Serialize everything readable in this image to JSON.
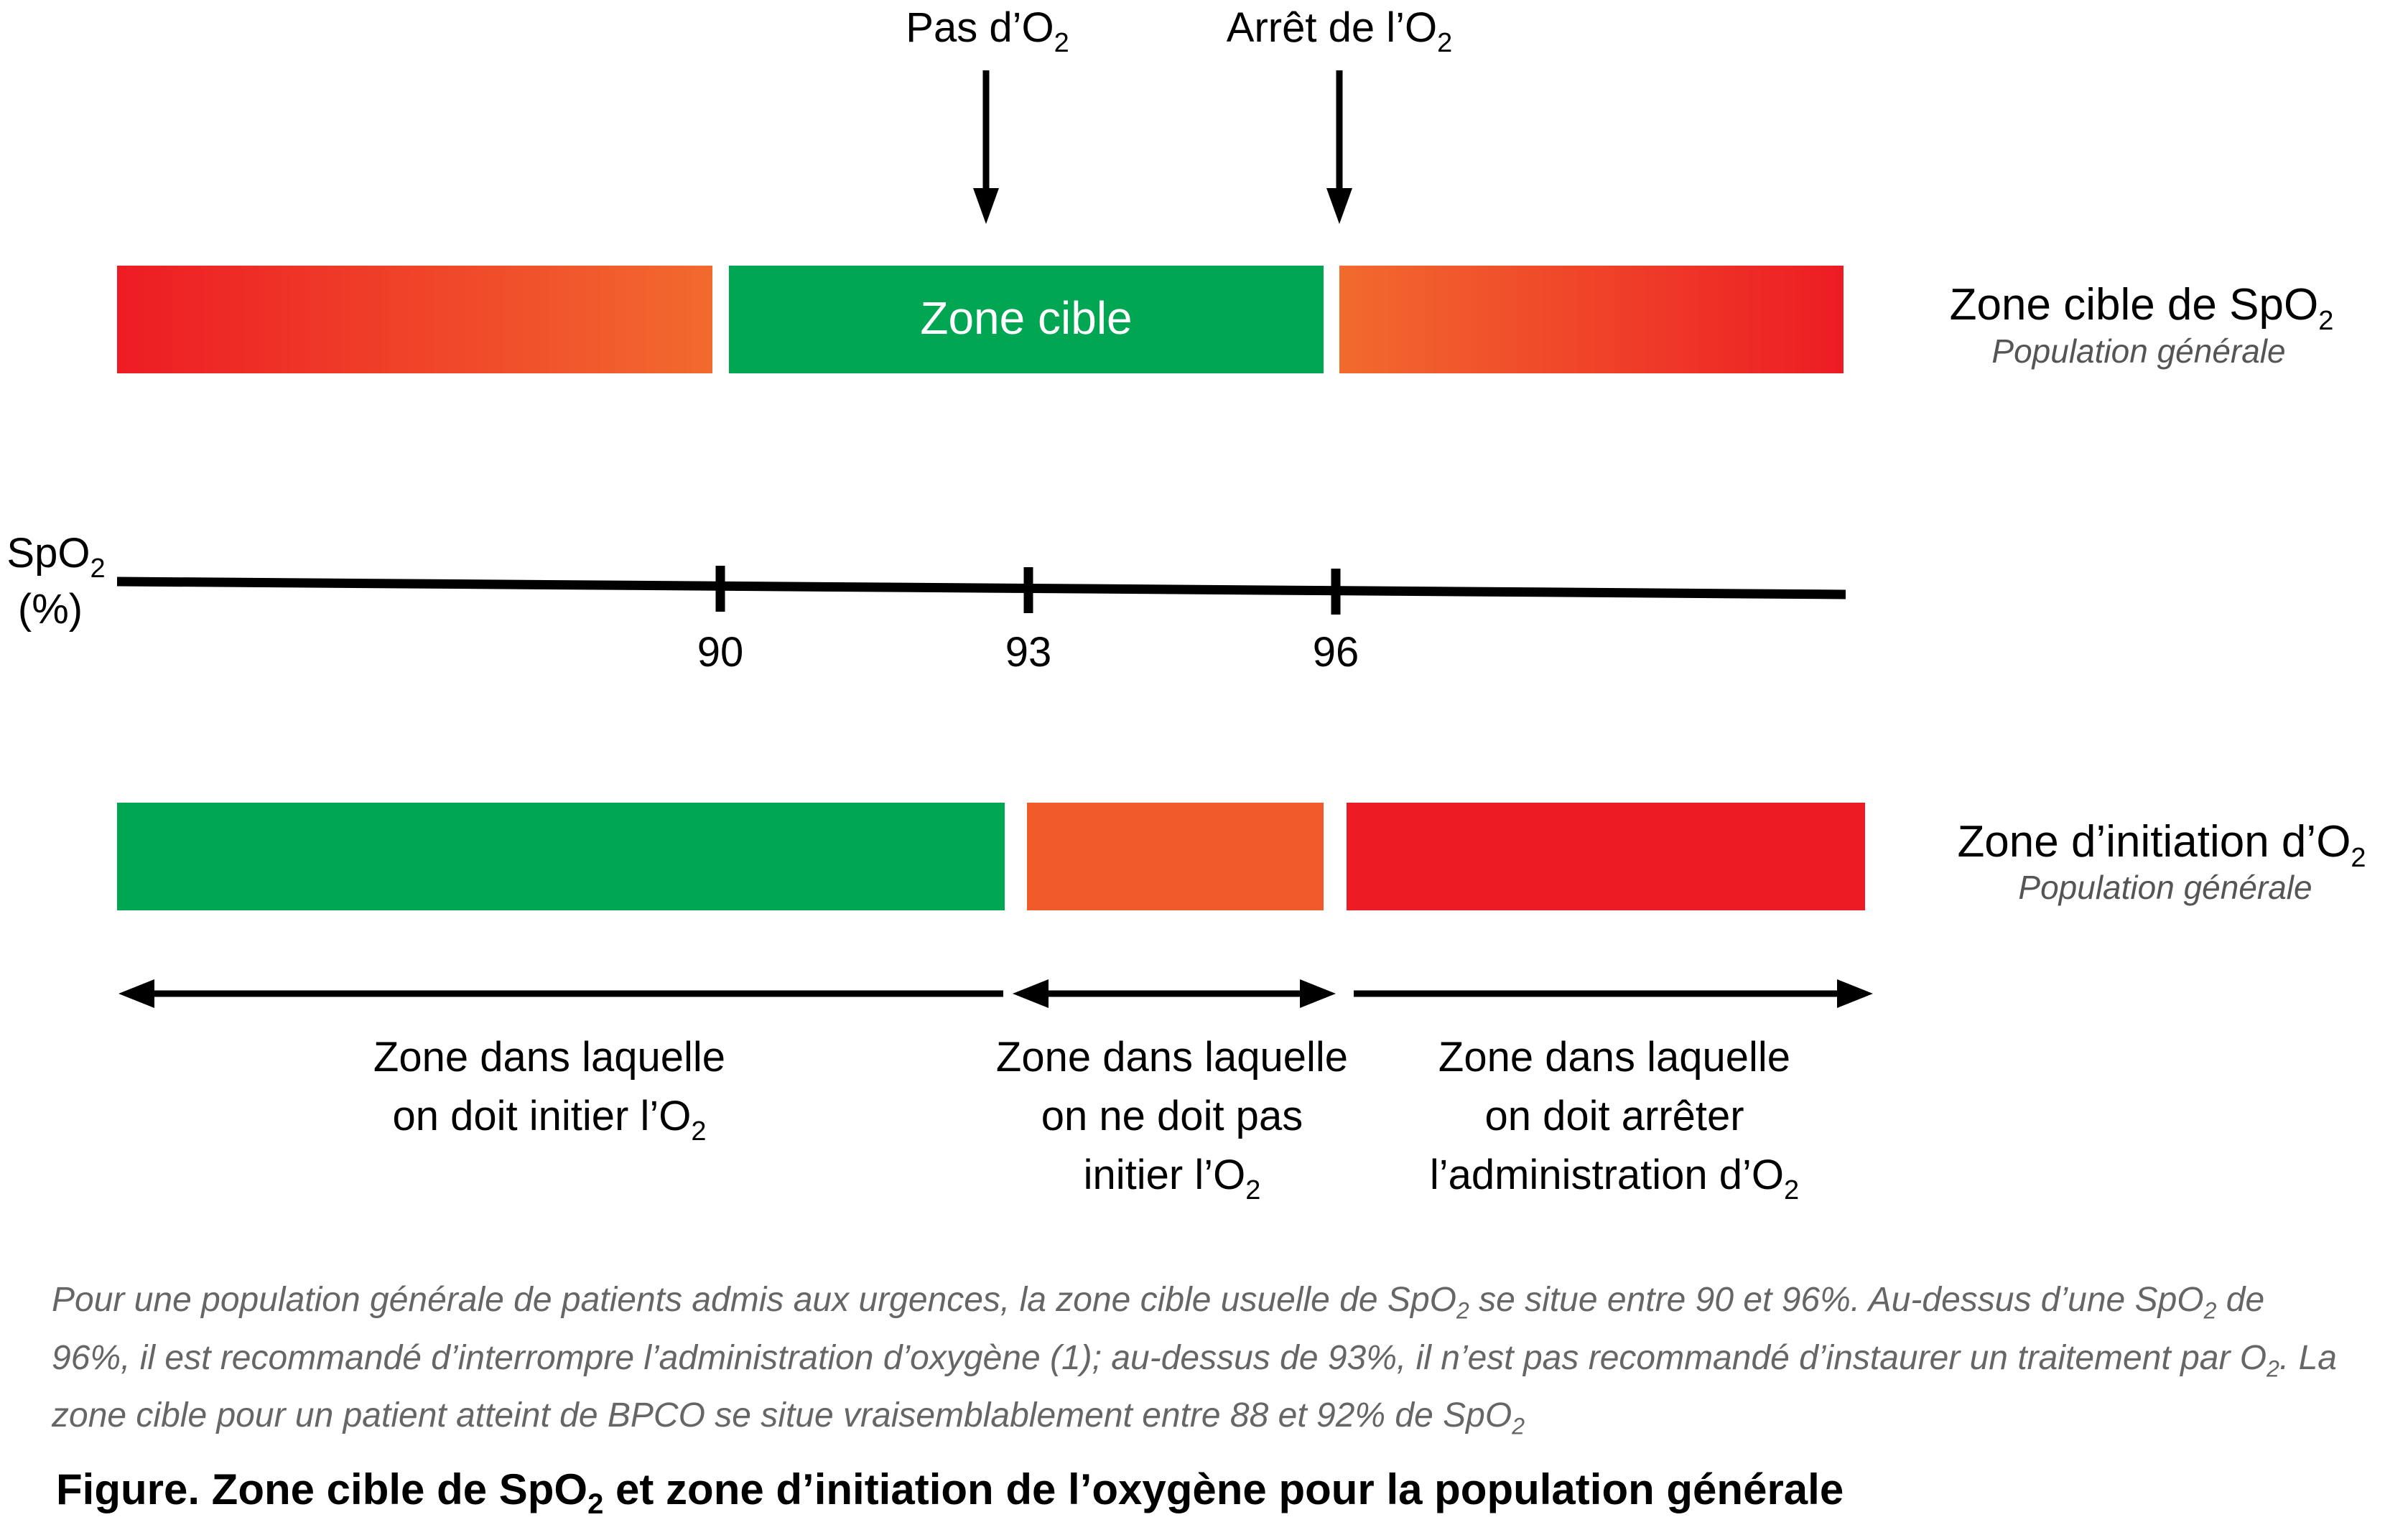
{
  "markers": {
    "no_o2": {
      "text": "Pas d’O",
      "sub": "2"
    },
    "stop_o2": {
      "text": "Arrêt de l’O",
      "sub": "2"
    }
  },
  "target_zone": {
    "title": "Zone cible de SpO",
    "title_sub": "2",
    "subtitle": "Population générale",
    "center_label": "Zone cible"
  },
  "axis": {
    "label_line1": "SpO",
    "label_sub": "2",
    "label_line2": "(%)",
    "ticks": [
      "90",
      "93",
      "96"
    ]
  },
  "initiation_zone": {
    "title": "Zone d’initiation d’O",
    "title_sub": "2",
    "subtitle": "Population générale"
  },
  "zones": {
    "initiate": {
      "line1": "Zone dans laquelle",
      "line2": "on doit initier l’O",
      "line2_sub": "2"
    },
    "no_initiate": {
      "line1": "Zone dans laquelle",
      "line2": "on ne doit pas",
      "line3": "initier l’O",
      "line3_sub": "2"
    },
    "stop": {
      "line1": "Zone dans laquelle",
      "line2": "on doit arrêter",
      "line3": "l’administration d’O",
      "line3_sub": "2"
    }
  },
  "caption": {
    "p1": "Pour une population générale de patients admis aux urgences, la zone cible usuelle de SpO",
    "s1": "2",
    "p2": " se situe entre 90 et 96%. Au-dessus d’une SpO",
    "s2": "2",
    "p3": " de 96%, il est recommandé d’interrompre l’administration d’oxygène (1); au-dessus de 93%, il n’est pas recommandé d’instaurer un traitement par O",
    "s3": "2",
    "p4": ". La zone cible pour un patient atteint de BPCO se situe vraisemblablement entre 88 et 92% de SpO",
    "s4": "2"
  },
  "figure_title": {
    "p1": "Figure. Zone cible de SpO",
    "s1": "2",
    "p2": " et zone d’initiation de l’oxygène pour la population générale"
  },
  "colors": {
    "red": "#ED1C24",
    "orange": "#F15A29",
    "green": "#00A651",
    "black": "#000000",
    "caption_gray": "#666666"
  }
}
